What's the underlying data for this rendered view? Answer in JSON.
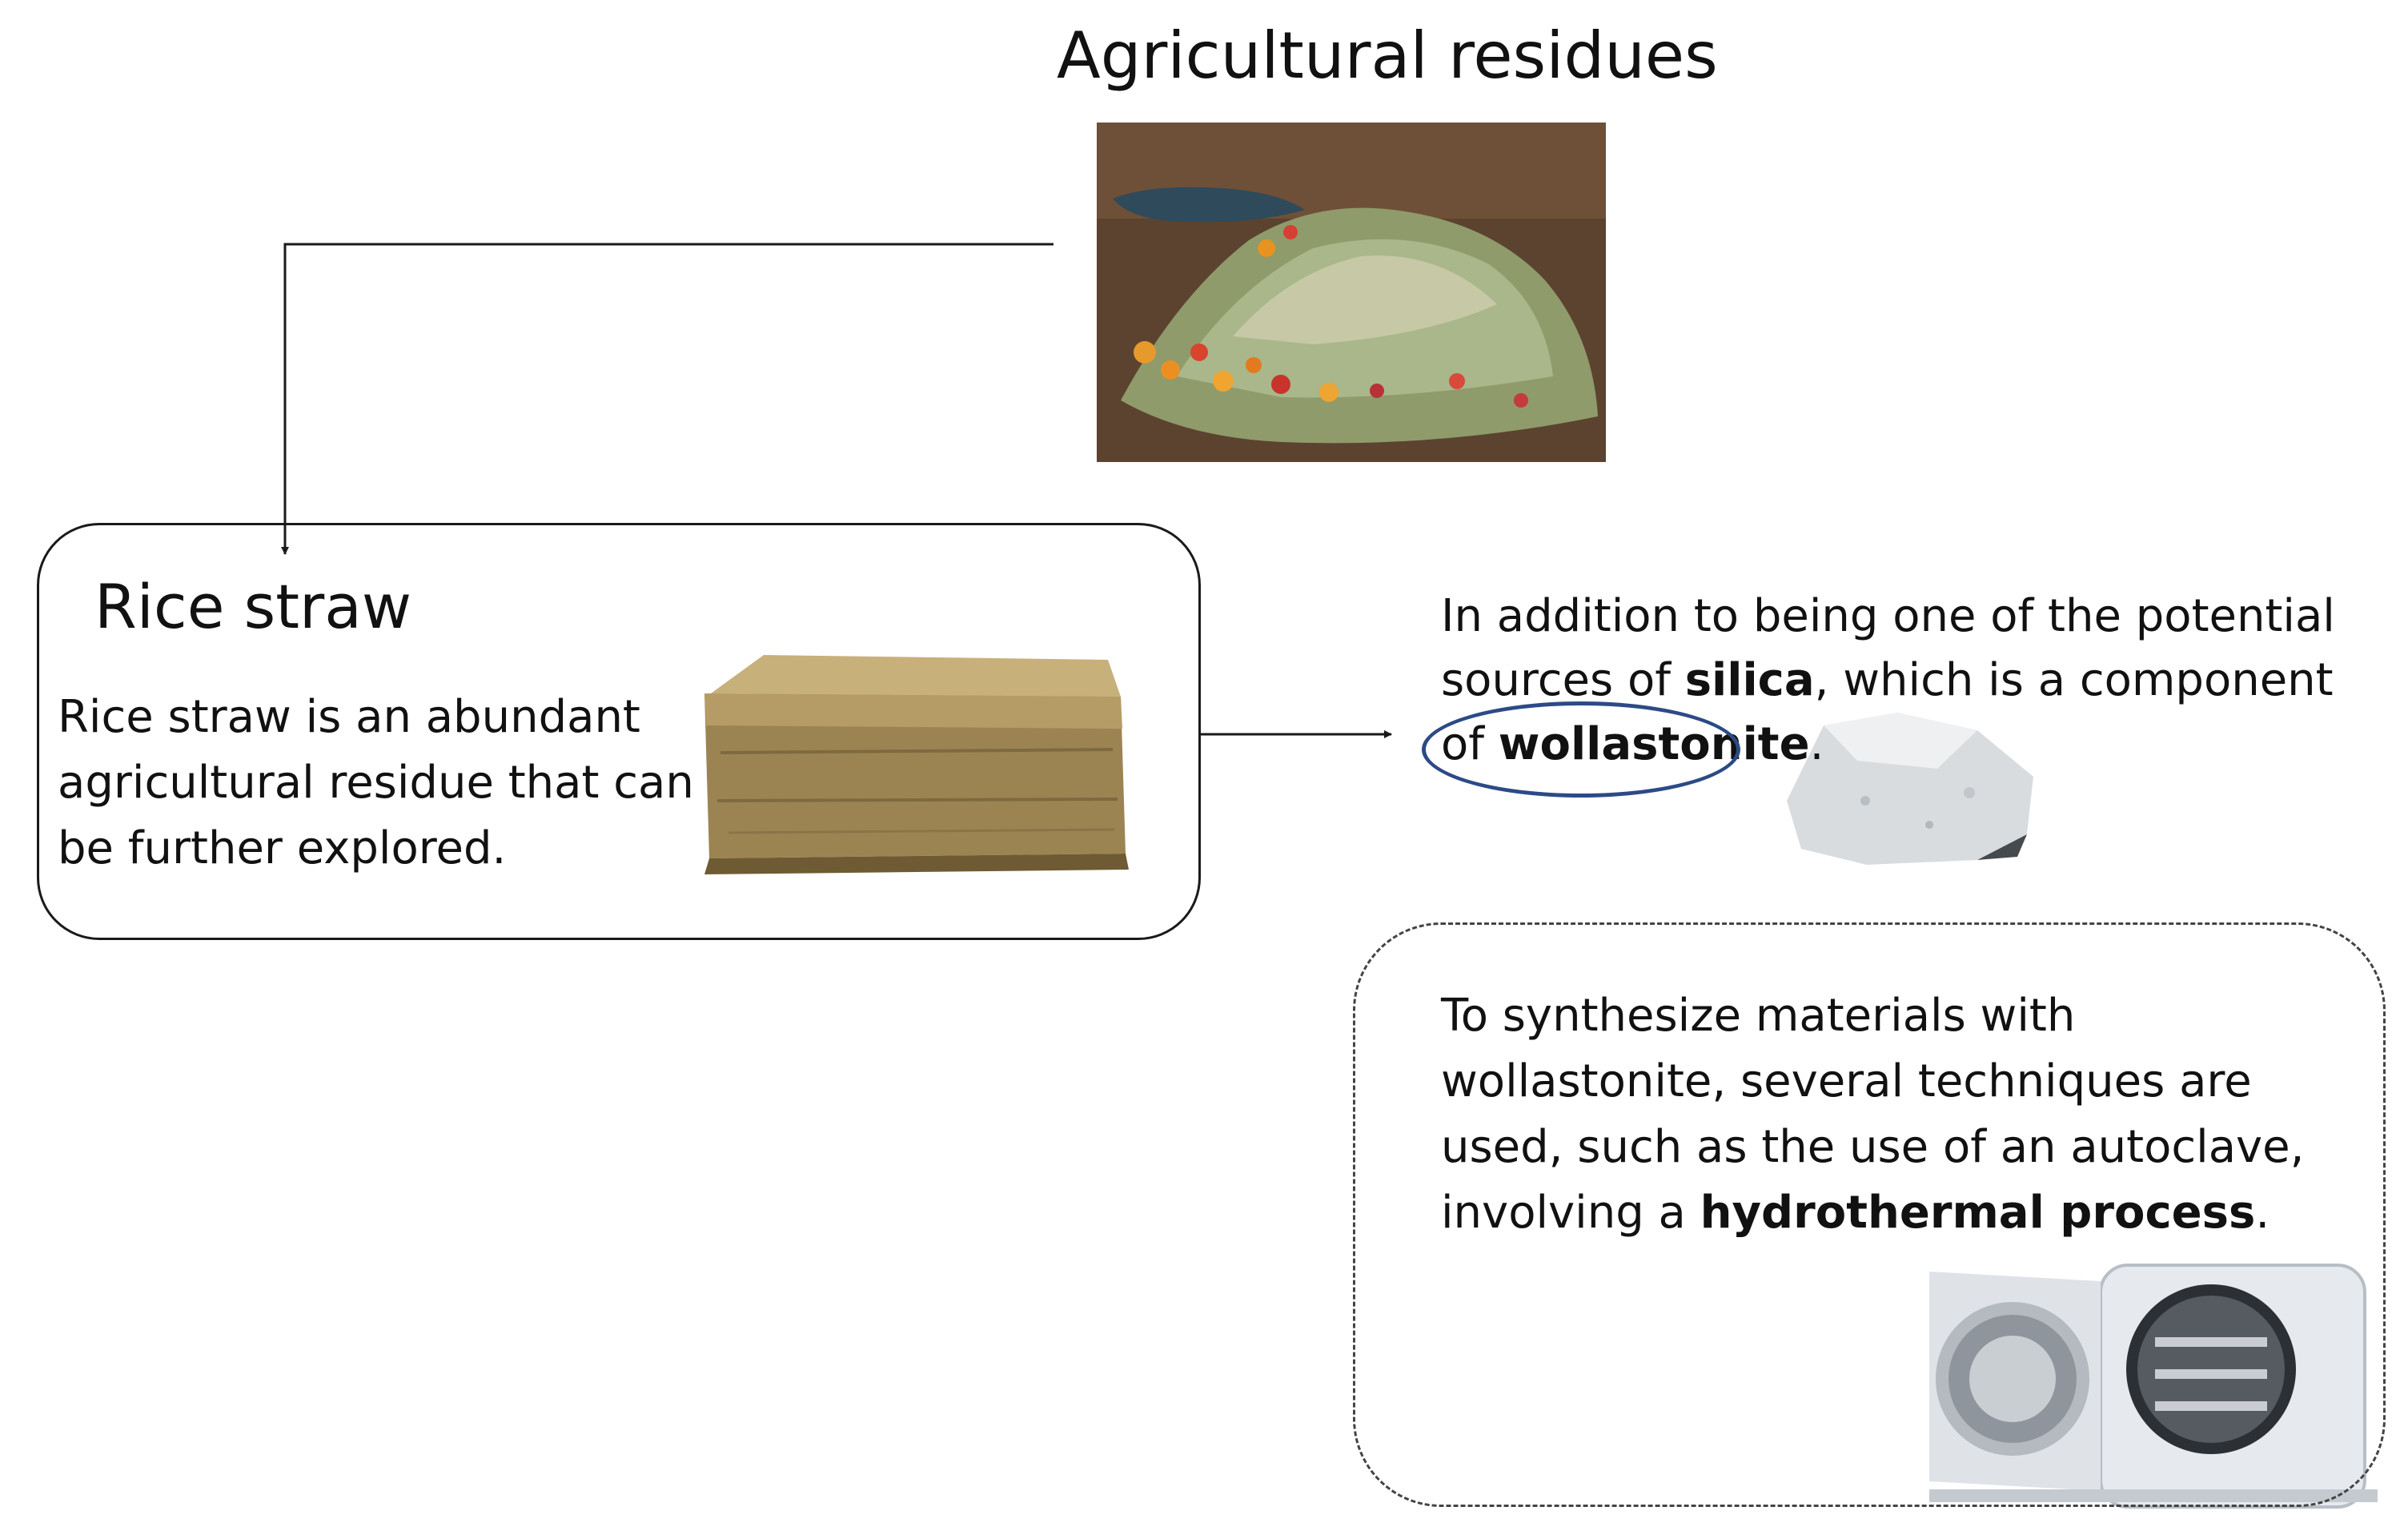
{
  "title": "Agricultural residues",
  "rice_straw": {
    "title": "Rice straw",
    "description": "Rice straw is an abundant agricultural residue that can be further explored."
  },
  "silica_note": {
    "intro": "In addition to being one of the potential sources of ",
    "silica": "silica",
    "middle": ", which is a component of ",
    "wollastonite": "wollastonite",
    "end": "."
  },
  "synthesis_note": {
    "intro": "To synthesize materials with wollastonite, several techniques are used, such as the use of an autoclave, involving a ",
    "process": "hydrothermal process",
    "end": "."
  },
  "colors": {
    "ellipse": "#2c4a86",
    "line": "#1a1a1a"
  },
  "images": {
    "residues": "compost-pile-photo",
    "straw": "straw-bale-photo",
    "mineral": "wollastonite-rock-photo",
    "autoclave": "autoclave-photo"
  }
}
